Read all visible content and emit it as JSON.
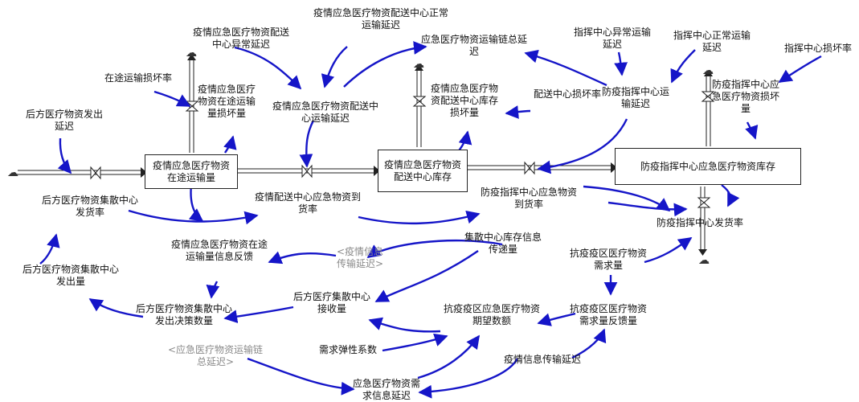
{
  "colors": {
    "link": "#1515c8",
    "flow": "#222222",
    "stock_border": "#222222",
    "shadow_text": "#8a8a8a"
  },
  "stocks": {
    "transit": "疫情应急医疗物资在途运输量",
    "center": "疫情应急医疗物资配送中心库存",
    "hq": "防疫指挥中心应急医疗物资库存"
  },
  "labels": {
    "dist_center_normal_delay": "疫情应急医疗物资配送中心正常运输延迟",
    "dist_center_abnormal_delay": "疫情应急医疗物资配送中心异常延迟",
    "transit_damage_rate": "在途运输损坏率",
    "transit_damage_amount": "疫情应急医疗物资在途运输量损坏量",
    "rear_send_delay": "后方医疗物资发出延迟",
    "dist_center_transport_delay": "疫情应急医疗物资配送中心运输延迟",
    "supply_chain_delay": "应急医疗物资运输链总延迟",
    "center_damage_amount": "疫情应急医疗物资配送中心库存损坏量",
    "dist_center_damage_rate": "配送中心损坏率",
    "hq_abnormal_delay": "指挥中心异常运输延迟",
    "hq_normal_delay": "指挥中心正常运输延迟",
    "hq_damage_rate": "指挥中心损坏率",
    "hq_transport_delay": "防疫指挥中心运输延迟",
    "hq_damage_amount": "防疫指挥中心应急医疗物资损坏量",
    "rear_dispatch_rate": "后方医疗物资集散中心发货率",
    "center_arrival_rate": "疫情配送中心应急物资到货率",
    "hq_arrival_rate": "防疫指挥中心应急物资到货率",
    "hq_shipping_rate": "防疫指挥中心发货率",
    "transit_info_feedback": "疫情应急医疗物资在途运输量信息反馈",
    "info_delay_shadow": "<疫情信息传输延迟>",
    "center_inventory_info": "集散中心库存信息传递量",
    "demand": "抗疫疫区医疗物资需求量",
    "rear_send_amount": "后方医疗物资集散中心发出量",
    "rear_receive_amount": "后方医疗集散中心接收量",
    "rear_decision_amount": "后方医疗物资集散中心发出决策数量",
    "expected_amount": "抗疫疫区应急医疗物资期望数额",
    "demand_feedback": "抗疫疫区医疗物资需求量反馈量",
    "supply_chain_delay_shadow": "<应急医疗物资运输链总延迟>",
    "elasticity": "需求弹性系数",
    "demand_info_delay": "应急医疗物资需求信息延迟",
    "info_transfer_delay": "疫情信息传输延迟"
  },
  "icons": {
    "cloud": "☁",
    "valve": "valve-icon"
  }
}
